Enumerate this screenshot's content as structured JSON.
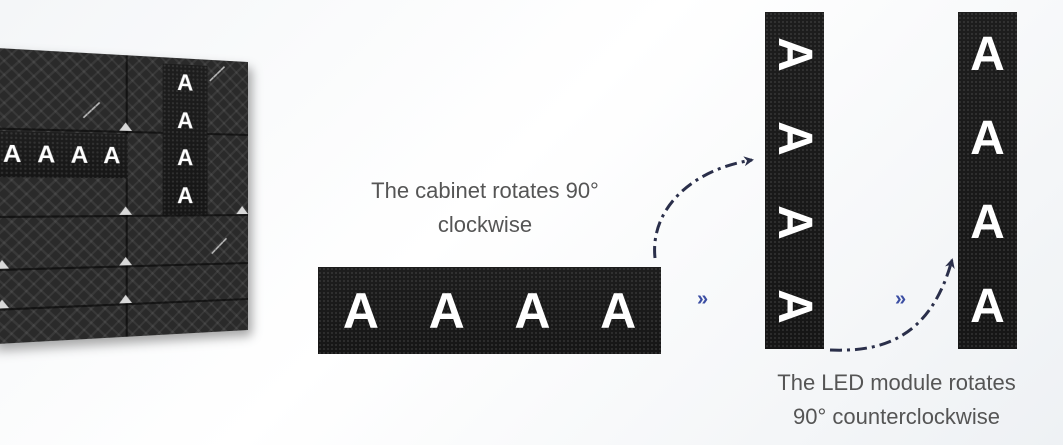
{
  "wall": {
    "horizontal_letters": [
      "A",
      "A",
      "A",
      "A"
    ],
    "vertical_letters": [
      "A",
      "A",
      "A",
      "A"
    ]
  },
  "horizontal_cabinet": {
    "letters": [
      "A",
      "A",
      "A",
      "A"
    ]
  },
  "rotated_cabinet": {
    "letters": [
      "A",
      "A",
      "A",
      "A"
    ]
  },
  "final_cabinet": {
    "letters": [
      "A",
      "A",
      "A",
      "A"
    ]
  },
  "captions": {
    "cabinet_line1": "The cabinet rotates 90°",
    "cabinet_line2": "clockwise",
    "module_line1": "The LED module rotates",
    "module_line2": "90° counterclockwise"
  },
  "chevrons": {
    "symbol": "»"
  },
  "colors": {
    "arrow": "#2a2f4a",
    "chevron": "#3b4ea3",
    "caption": "#555555"
  }
}
